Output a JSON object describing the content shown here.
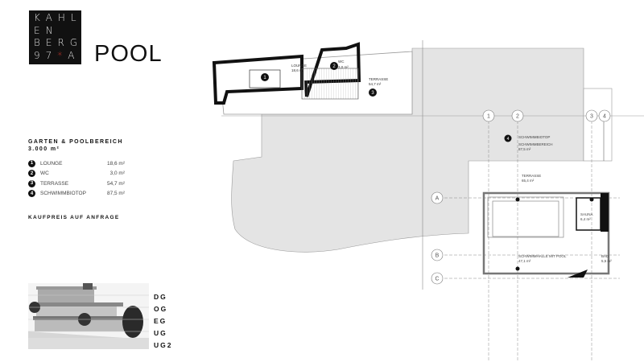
{
  "logo": {
    "rows": [
      "KAHL",
      "EN",
      "BERG",
      "97"
    ],
    "star": "*",
    "last": "A"
  },
  "title": "POOL",
  "summary": {
    "heading": "GARTEN & POOLBEREICH",
    "area": "3.000 m²"
  },
  "rooms": [
    {
      "num": "1",
      "name": "LOUNGE",
      "area": "18,6 m²"
    },
    {
      "num": "2",
      "name": "WC",
      "area": "3,0 m²"
    },
    {
      "num": "3",
      "name": "TERRASSE",
      "area": "54,7 m²"
    },
    {
      "num": "4",
      "name": "SCHWIMMBIOTOP",
      "area": "87,5 m²"
    }
  ],
  "price": "KAUFPREIS AUF ANFRAGE",
  "floors": [
    "DG",
    "OG",
    "EG",
    "UG",
    "UG2"
  ],
  "plan": {
    "lounge": {
      "label": "LOUNGE",
      "area": "18,6 m²"
    },
    "wc": {
      "label": "WC",
      "area": "3,0 m²"
    },
    "terrasse": {
      "label": "TERRASSE",
      "area": "54,7 m²"
    },
    "biotop": {
      "label": "SCHWIMMBIOTOP",
      "sub": "SCHWIMMBEREICH",
      "area": "87,5 m²"
    },
    "terrasse2": {
      "label": "TERRASSE",
      "area": "65,4 m²"
    },
    "sauna": {
      "label": "SAUNA",
      "area": "6,4 m²"
    },
    "halle": {
      "label": "SCHWIMMHALLE MIT POOL",
      "area": "47,1 m²"
    },
    "bad": {
      "label": "BAD",
      "area": "5,5 m²"
    },
    "axes_num": [
      "1",
      "2",
      "3",
      "4"
    ],
    "axes_letter": [
      "A",
      "B",
      "C"
    ]
  },
  "colors": {
    "accent": "#d8382c",
    "garden": "#e4e4e4"
  }
}
